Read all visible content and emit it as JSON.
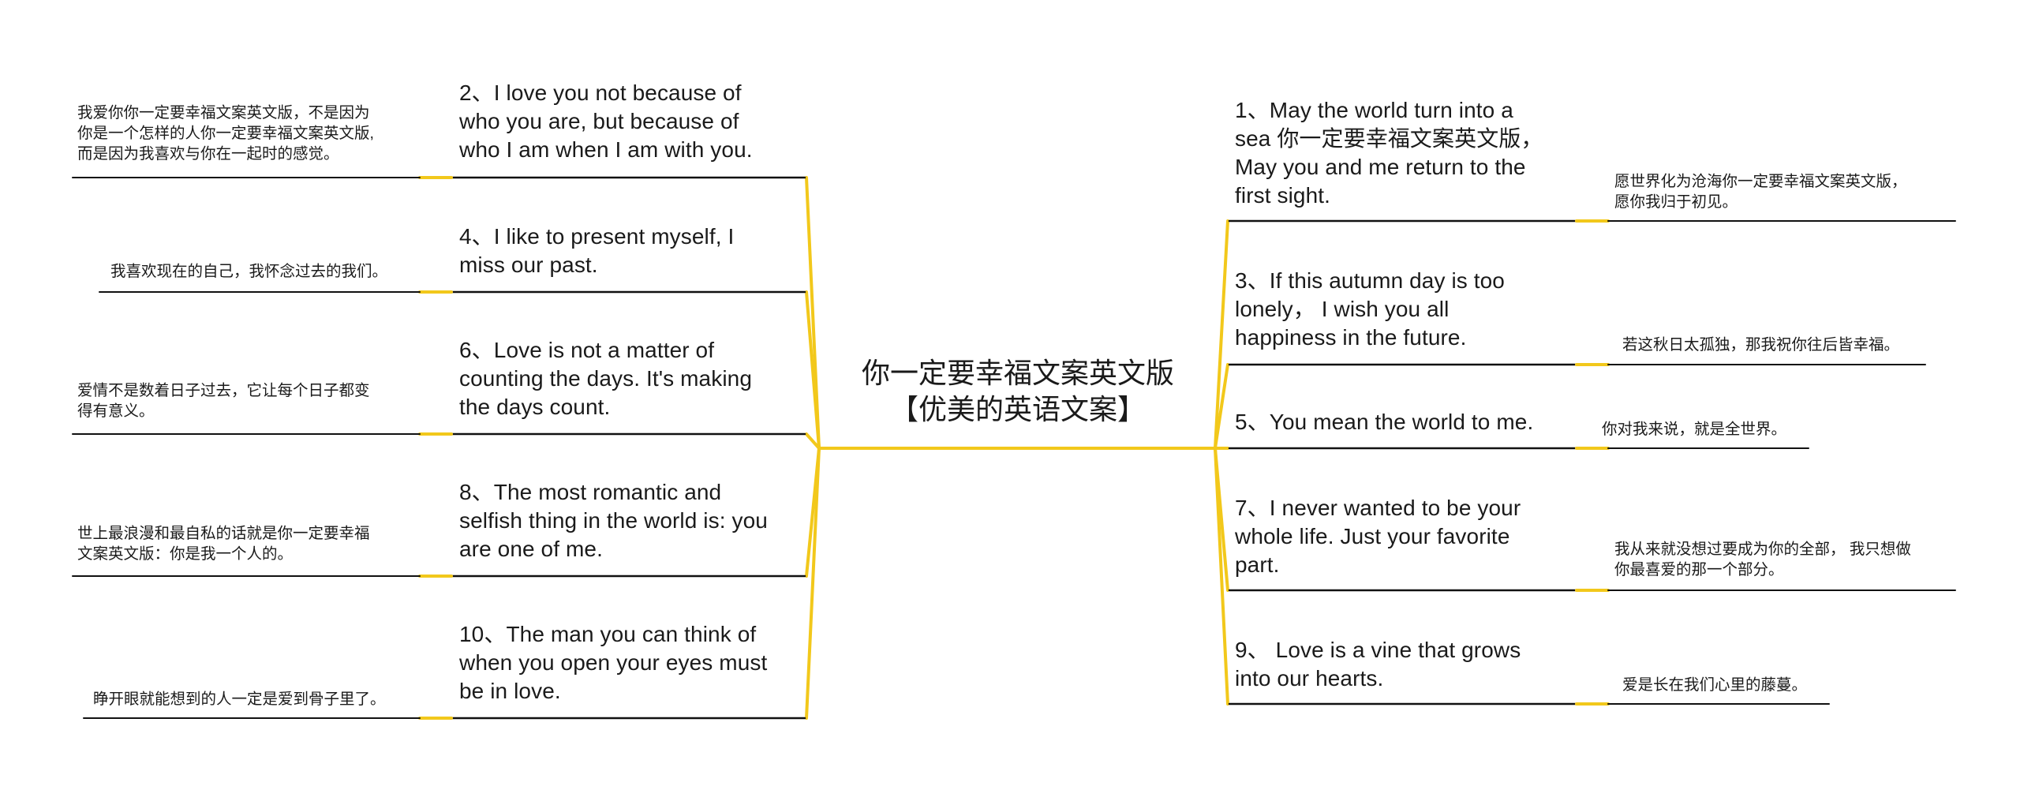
{
  "center": {
    "title": "你一定要幸福文案英文版\n【优美的英语文案】"
  },
  "left_branches": [
    {
      "text": "2、I love you not because of\nwho you are, but because of\nwho I am when I am with you.",
      "note": "我爱你你一定要幸福文案英文版，不是因为\n你是一个怎样的人你一定要幸福文案英文版,\n而是因为我喜欢与你在一起时的感觉。"
    },
    {
      "text": "4、I like to present myself, I\nmiss our past.",
      "note": "我喜欢现在的自己，我怀念过去的我们。"
    },
    {
      "text": "6、Love is not a matter of\ncounting the days. It's making\nthe days count.",
      "note": "爱情不是数着日子过去，它让每个日子都变\n得有意义。"
    },
    {
      "text": "8、The most romantic and\nselfish thing in the world is: you\nare one of me.",
      "note": "世上最浪漫和最自私的话就是你一定要幸福\n文案英文版：你是我一个人的。"
    },
    {
      "text": "10、The man you can think of\nwhen you open your eyes must\nbe in love.",
      "note": "睁开眼就能想到的人一定是爱到骨子里了。"
    }
  ],
  "right_branches": [
    {
      "text": "1、May the world turn into a\nsea 你一定要幸福文案英文版，\nMay you and me return to the\nfirst sight.",
      "note": "愿世界化为沧海你一定要幸福文案英文版，\n愿你我归于初见。"
    },
    {
      "text": "3、If this autumn day is too\nlonely，  I wish you all\nhappiness in the future.",
      "note": "若这秋日太孤独，那我祝你往后皆幸福。"
    },
    {
      "text": "5、You mean the world to me.",
      "note": "你对我来说，就是全世界。"
    },
    {
      "text": "7、I never wanted to be your\nwhole life. Just your favorite\npart.",
      "note": "我从来就没想过要成为你的全部，  我只想做\n你最喜爱的那一个部分。"
    },
    {
      "text": "9、 Love is a vine that grows\ninto our hearts.",
      "note": "爱是长在我们心里的藤蔓。"
    }
  ],
  "colors": {
    "connector": "#f2c81b",
    "underline": "#111111",
    "text": "#1a1a1a"
  }
}
